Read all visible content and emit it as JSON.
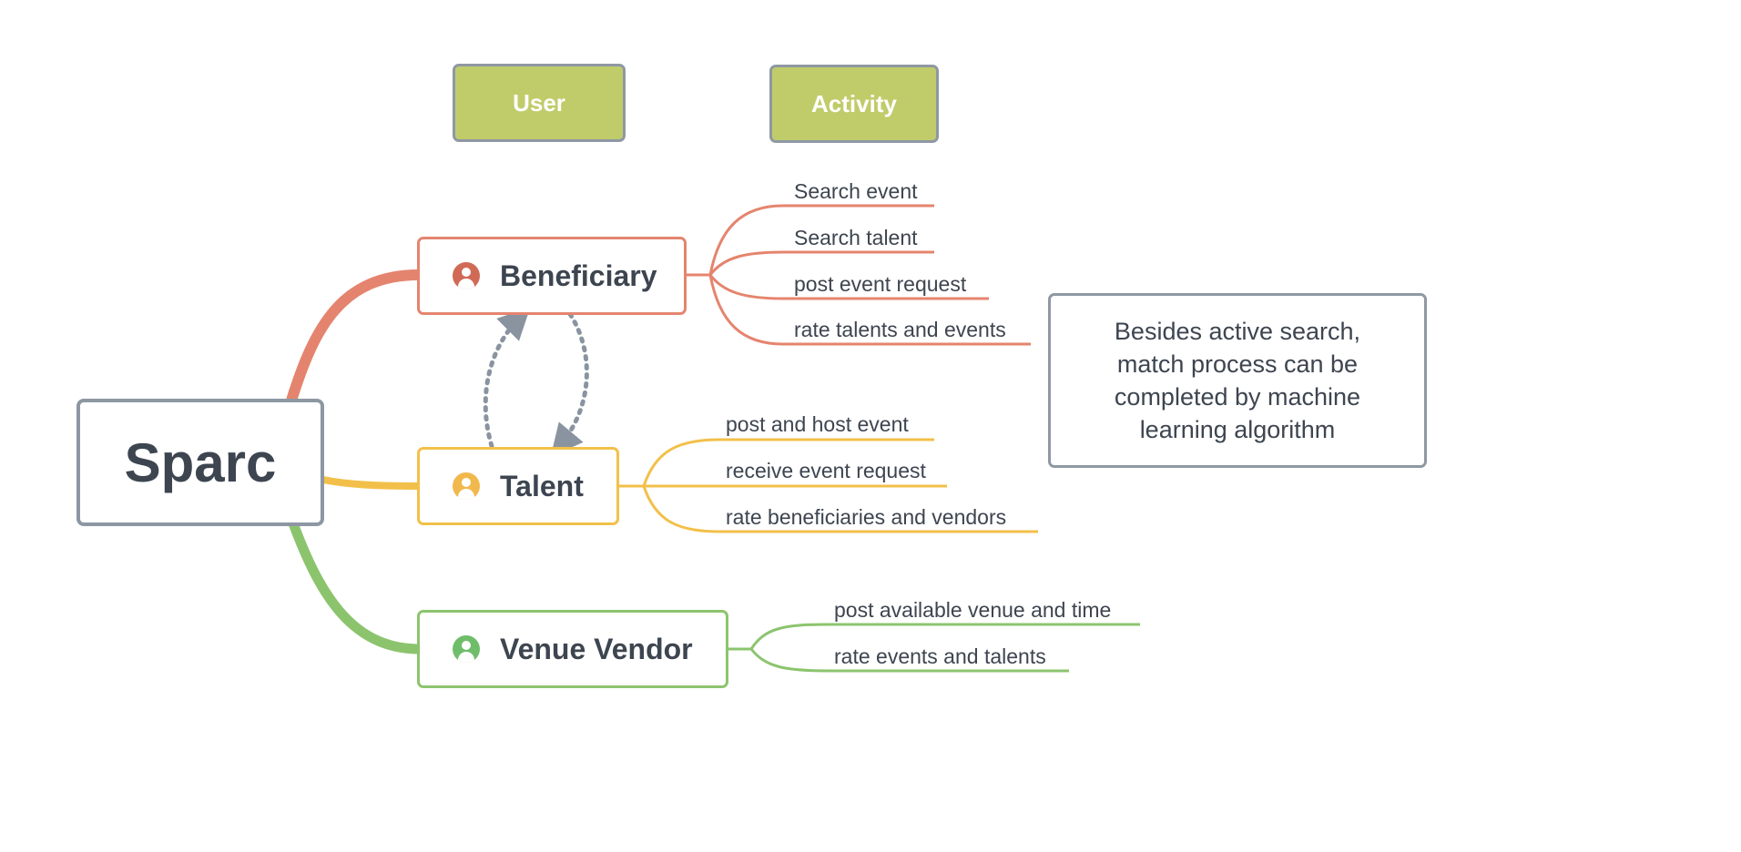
{
  "headers": {
    "user": "User",
    "activity": "Activity"
  },
  "root": {
    "label": "Sparc"
  },
  "nodes": {
    "beneficiary": {
      "label": "Beneficiary",
      "color": "#e5846e",
      "icon_color": "#d06a56",
      "activities": [
        "Search event",
        "Search talent",
        "post event request",
        "rate talents and events"
      ]
    },
    "talent": {
      "label": "Talent",
      "color": "#f2c04a",
      "icon_color": "#f1b84d",
      "activities": [
        "post and host event",
        "receive event request",
        "rate beneficiaries and vendors"
      ]
    },
    "venue_vendor": {
      "label": "Venue Vendor",
      "color": "#8cc46e",
      "icon_color": "#6fbd6a",
      "activities": [
        "post available venue and time",
        "rate events and talents"
      ]
    }
  },
  "note": {
    "text": "Besides active search, match process can be completed by machine learning algorithm"
  },
  "colors": {
    "header_fill": "#c0cc6a",
    "border_gray": "#8f98a4",
    "arrow_gray": "#8a94a0"
  }
}
